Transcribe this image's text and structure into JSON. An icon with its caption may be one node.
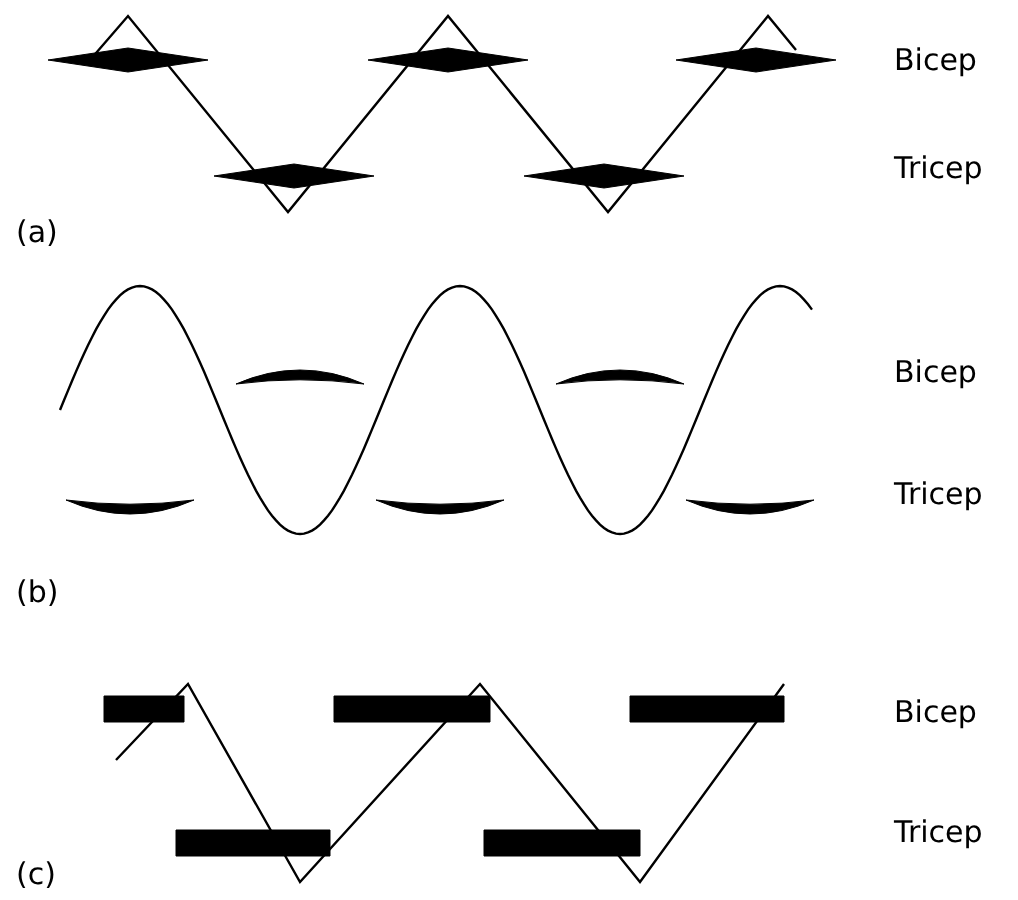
{
  "diagram": {
    "labels": [
      "Bicep",
      "Tricep",
      "(a)",
      "Bicep",
      "Tricep",
      "(b)",
      "Bicep",
      "Tricep",
      "(c)"
    ]
  }
}
